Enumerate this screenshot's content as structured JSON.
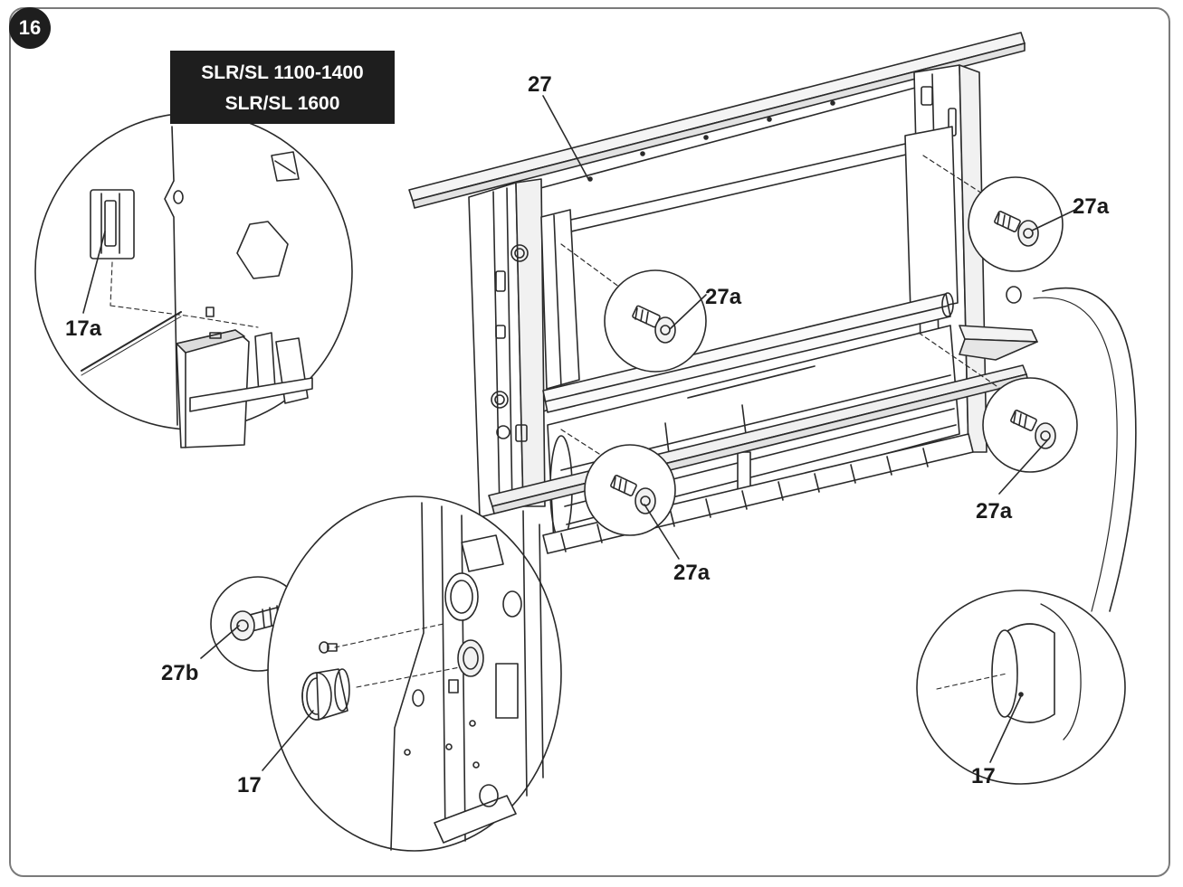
{
  "figure": {
    "step_number": "16",
    "model_label": {
      "line1": "SLR/SL 1100-1400",
      "line2": "SLR/SL 1600"
    }
  },
  "callouts": {
    "c27": "27",
    "c27a_top_right": "27a",
    "c27a_upper_mid": "27a",
    "c27a_right": "27a",
    "c27a_lower_mid": "27a",
    "c27b": "27b",
    "c17a": "17a",
    "c17_lower": "17",
    "c17_right": "17"
  },
  "colors": {
    "line": "#2a2a2a",
    "badge": "#1e1e1e",
    "frame": "#7a7a7a"
  }
}
